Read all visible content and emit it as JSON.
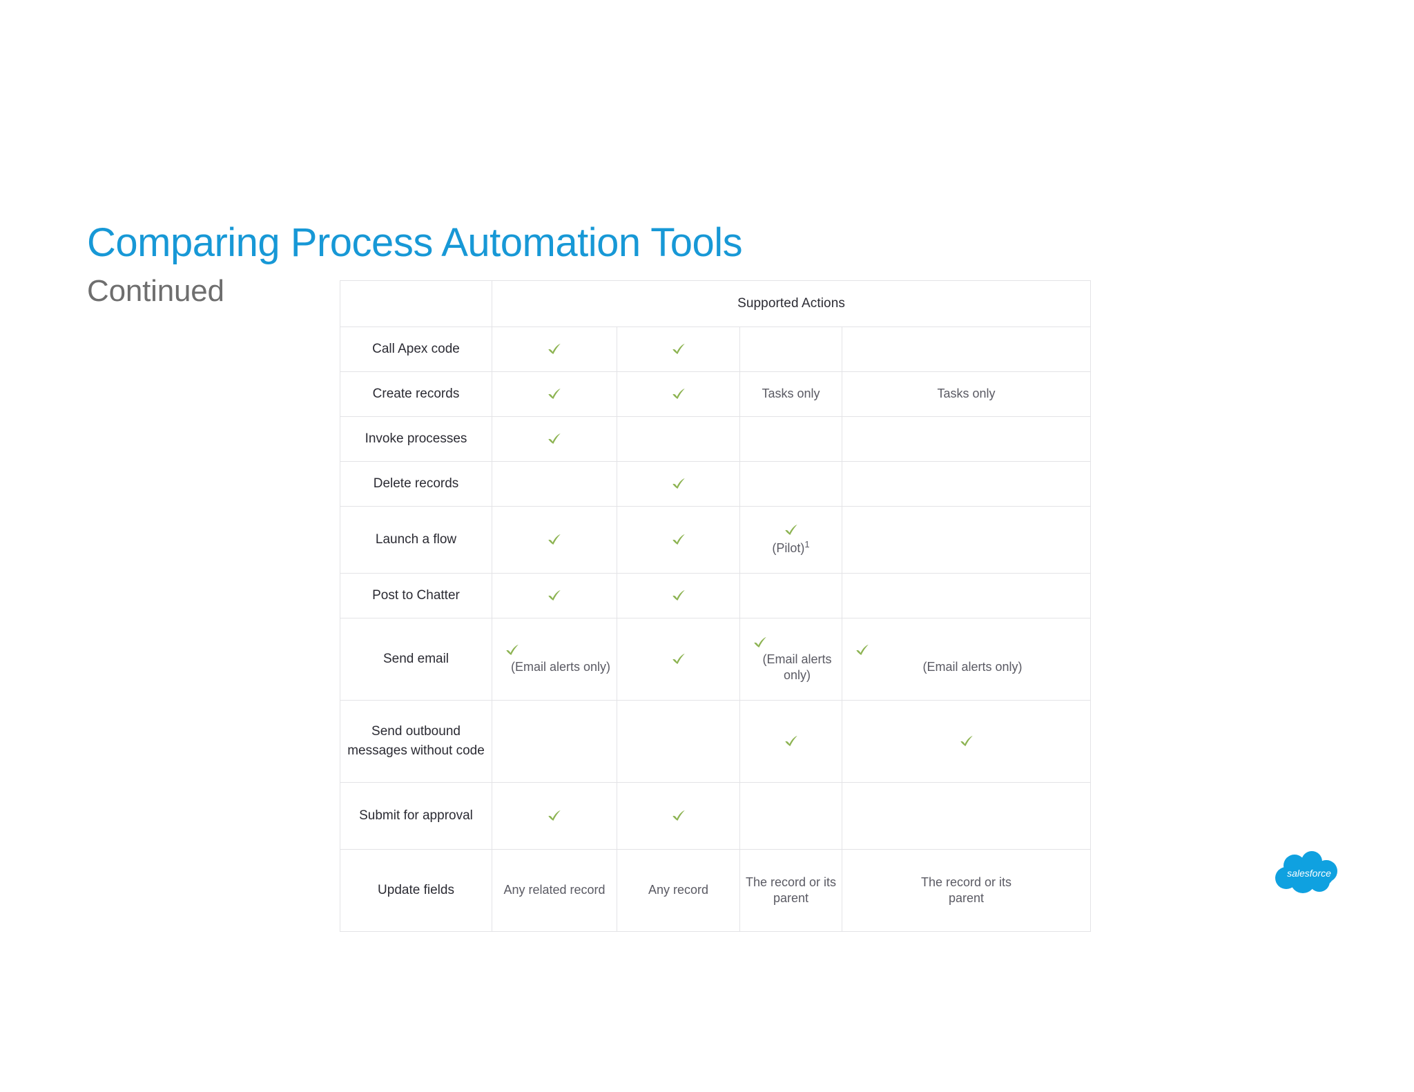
{
  "slide": {
    "title": "Comparing Process Automation Tools",
    "subtitle": "Continued",
    "title_color": "#1798d6",
    "subtitle_color": "#6e6e6e"
  },
  "logo": {
    "name": "salesforce-logo",
    "wordmark": "salesforce",
    "color": "#0fa1e0"
  },
  "table": {
    "header": {
      "spanning_label": "Supported Actions",
      "row_label_header": ""
    },
    "columns": [
      "",
      "",
      "",
      "",
      ""
    ],
    "check_color": "#8cb351",
    "rows": [
      {
        "label": "Call Apex code",
        "height": "short",
        "cells": [
          {
            "check": true,
            "text": ""
          },
          {
            "check": true,
            "text": ""
          },
          {
            "check": false,
            "text": ""
          },
          {
            "check": false,
            "text": ""
          }
        ]
      },
      {
        "label": "Create records",
        "height": "short",
        "cells": [
          {
            "check": true,
            "text": ""
          },
          {
            "check": true,
            "text": ""
          },
          {
            "check": false,
            "text": "Tasks only"
          },
          {
            "check": false,
            "text": "Tasks only"
          }
        ]
      },
      {
        "label": "Invoke processes",
        "height": "short",
        "cells": [
          {
            "check": true,
            "text": ""
          },
          {
            "check": false,
            "text": ""
          },
          {
            "check": false,
            "text": ""
          },
          {
            "check": false,
            "text": ""
          }
        ]
      },
      {
        "label": "Delete records",
        "height": "short",
        "cells": [
          {
            "check": false,
            "text": ""
          },
          {
            "check": true,
            "text": ""
          },
          {
            "check": false,
            "text": ""
          },
          {
            "check": false,
            "text": ""
          }
        ]
      },
      {
        "label": "Launch a flow",
        "height": "tall",
        "cells": [
          {
            "check": true,
            "text": ""
          },
          {
            "check": true,
            "text": ""
          },
          {
            "check": true,
            "text": "(Pilot)",
            "superscript": "1"
          },
          {
            "check": false,
            "text": ""
          }
        ]
      },
      {
        "label": "Post to Chatter",
        "height": "short",
        "cells": [
          {
            "check": true,
            "text": ""
          },
          {
            "check": true,
            "text": ""
          },
          {
            "check": false,
            "text": ""
          },
          {
            "check": false,
            "text": ""
          }
        ]
      },
      {
        "label": "Send email",
        "height": "xtall",
        "cells": [
          {
            "check": true,
            "text": "(Email alerts only)",
            "check_align": "left"
          },
          {
            "check": true,
            "text": ""
          },
          {
            "check": true,
            "text": "(Email alerts only)",
            "check_align": "left"
          },
          {
            "check": true,
            "text": "(Email alerts only)",
            "check_align": "left",
            "wide": true
          }
        ]
      },
      {
        "label": "Send outbound messages without code",
        "height": "xtall",
        "cells": [
          {
            "check": false,
            "text": ""
          },
          {
            "check": false,
            "text": ""
          },
          {
            "check": true,
            "text": ""
          },
          {
            "check": true,
            "text": ""
          }
        ]
      },
      {
        "label": "Submit for approval",
        "height": "tall",
        "cells": [
          {
            "check": true,
            "text": ""
          },
          {
            "check": true,
            "text": ""
          },
          {
            "check": false,
            "text": ""
          },
          {
            "check": false,
            "text": ""
          }
        ]
      },
      {
        "label": "Update fields",
        "height": "xtall",
        "cells": [
          {
            "check": false,
            "text": "Any related record"
          },
          {
            "check": false,
            "text": "Any record"
          },
          {
            "check": false,
            "text": "The record or its parent"
          },
          {
            "check": false,
            "text": "The record or its parent",
            "wide": true
          }
        ]
      }
    ]
  }
}
